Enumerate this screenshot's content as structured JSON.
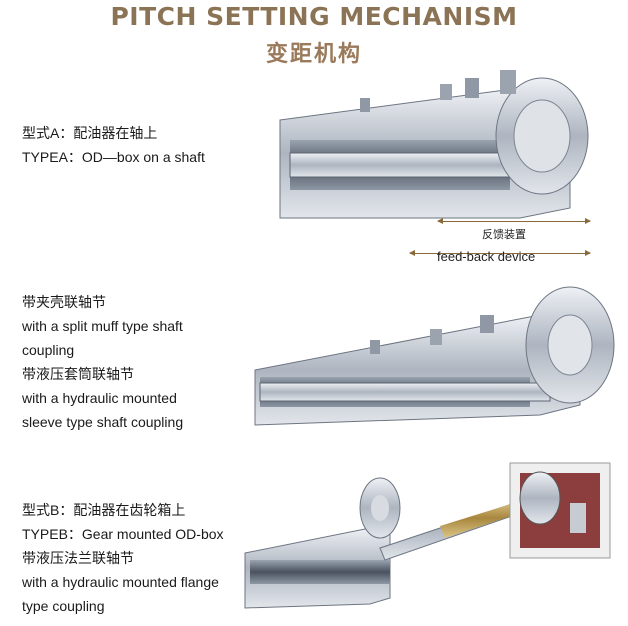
{
  "header": {
    "title": "PITCH SETTING MECHANISM",
    "subtitle_zh": "变距机构"
  },
  "section_a": {
    "line1": "型式A：配油器在轴上",
    "line2": "TYPEA：OD—box on a shaft"
  },
  "feedback": {
    "label_zh": "反馈装置",
    "label_en": "feed-back device"
  },
  "section_mid": {
    "line1": "带夹壳联轴节",
    "line2": "with a split muff type shaft",
    "line3": "coupling",
    "line4": "带液压套筒联轴节",
    "line5": "with a hydraulic mounted",
    "line6": "sleeve type shaft coupling"
  },
  "section_b": {
    "line1": "型式B：配油器在齿轮箱上",
    "line2": "TYPEB：Gear mounted OD-box",
    "line3": "带液压法兰联轴节",
    "line4": "with a hydraulic mounted flange",
    "line5": "type coupling"
  },
  "colors": {
    "title": "#8b7355",
    "arrow": "#8a6a3a",
    "metal": "#c9ced6",
    "brass": "#b89650"
  }
}
